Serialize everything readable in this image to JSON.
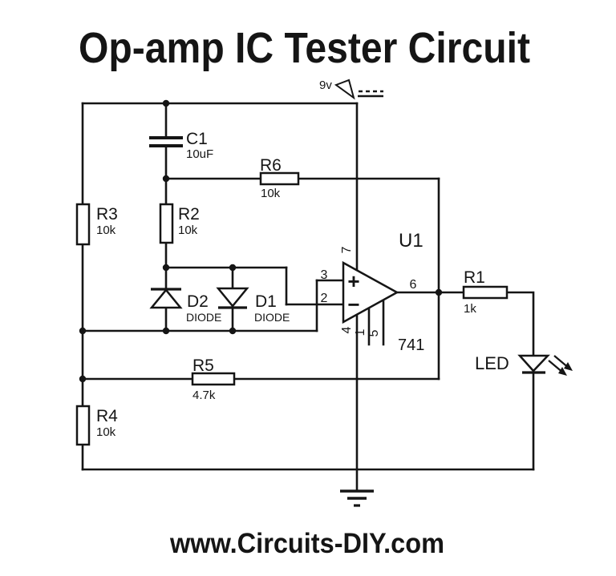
{
  "title": "Op-amp IC Tester Circuit",
  "footer": "www.Circuits-DIY.com",
  "supply": {
    "voltage": "9v"
  },
  "ic": {
    "ref": "U1",
    "part": "741",
    "plus_sign": "+",
    "minus_sign": "−",
    "pins": {
      "p1": "1",
      "p2": "2",
      "p3": "3",
      "p4": "4",
      "p5": "5",
      "p6": "6",
      "p7": "7"
    }
  },
  "components": {
    "c1": {
      "ref": "C1",
      "value": "10uF"
    },
    "r1": {
      "ref": "R1",
      "value": "1k"
    },
    "r2": {
      "ref": "R2",
      "value": "10k"
    },
    "r3": {
      "ref": "R3",
      "value": "10k"
    },
    "r4": {
      "ref": "R4",
      "value": "10k"
    },
    "r5": {
      "ref": "R5",
      "value": "4.7k"
    },
    "r6": {
      "ref": "R6",
      "value": "10k"
    },
    "d1": {
      "ref": "D1",
      "value": "DIODE"
    },
    "d2": {
      "ref": "D2",
      "value": "DIODE"
    },
    "led": {
      "ref": "LED"
    }
  },
  "colors": {
    "ink": "#151515",
    "background": "#ffffff"
  }
}
